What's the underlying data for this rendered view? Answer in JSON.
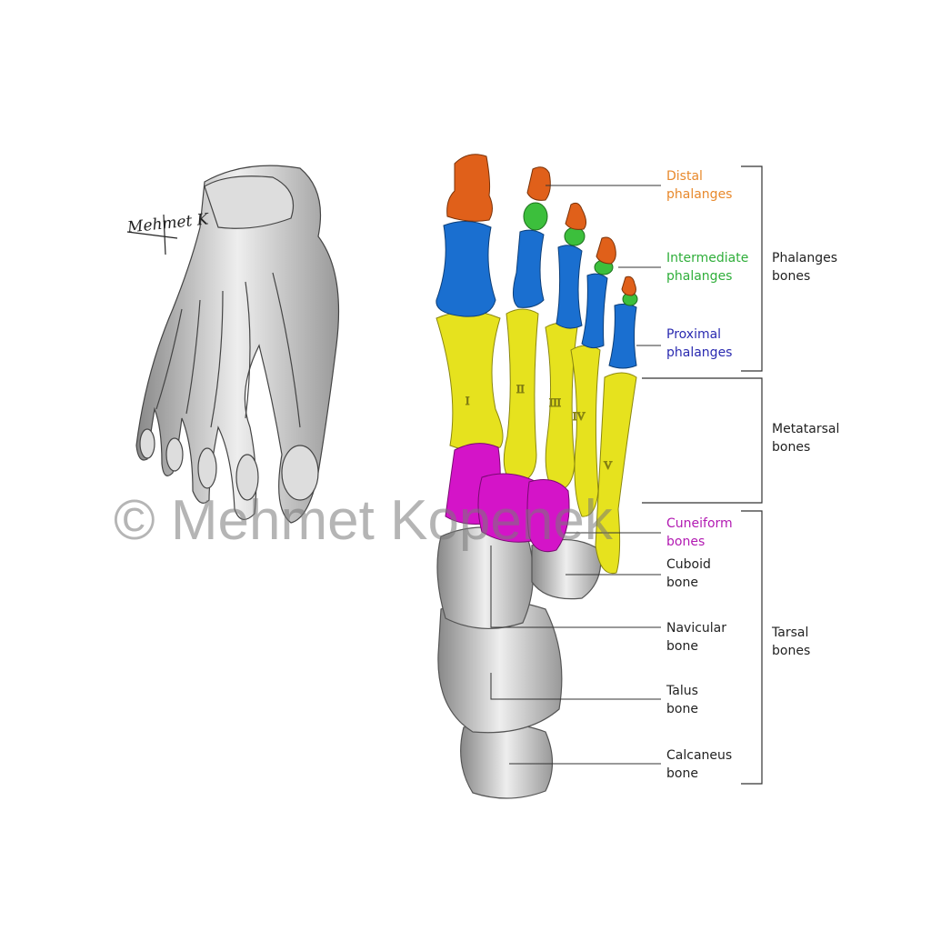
{
  "watermark": "© Mehmet Kopenek",
  "signature": "Mehmet K",
  "colors": {
    "distal": "#e0601a",
    "intermediate": "#3cbf3c",
    "proximal": "#1a6fd0",
    "metatarsal": "#e6e21e",
    "cuneiform": "#d414c8",
    "label_distal": "#e8892c",
    "label_intermediate": "#2fae3a",
    "label_proximal": "#2a2ab0",
    "label_cuneiform": "#b21ab2",
    "label_default": "#222222"
  },
  "metatarsal_numerals": [
    "I",
    "II",
    "III",
    "IV",
    "V"
  ],
  "labels": {
    "distal": [
      "Distal",
      "phalanges"
    ],
    "intermediate": [
      "Intermediate",
      "phalanges"
    ],
    "proximal": [
      "Proximal",
      "phalanges"
    ],
    "cuneiform": [
      "Cuneiform",
      "bones"
    ],
    "cuboid": [
      "Cuboid",
      "bone"
    ],
    "navicular": [
      "Navicular",
      "bone"
    ],
    "talus": [
      "Talus",
      "bone"
    ],
    "calcaneus": [
      "Calcaneus",
      "bone"
    ]
  },
  "groups": {
    "phalanges": [
      "Phalanges",
      "bones"
    ],
    "metatarsal": [
      "Metatarsal",
      "bones"
    ],
    "tarsal": [
      "Tarsal",
      "bones"
    ]
  }
}
